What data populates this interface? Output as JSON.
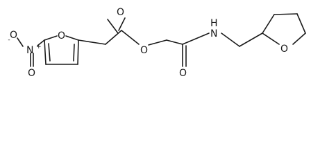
{
  "molecule": {
    "atoms": {
      "nitro_o_minus": "O",
      "nitro_o_minus_charge": "-",
      "nitro_n": "N",
      "nitro_n_charge": "+",
      "nitro_o_double": "O",
      "furan_o": "O",
      "carbonyl_o_ester": "O",
      "ester_o": "O",
      "amide_o": "O",
      "amide_n": "N",
      "amide_h": "H",
      "thf_o": "O"
    }
  }
}
